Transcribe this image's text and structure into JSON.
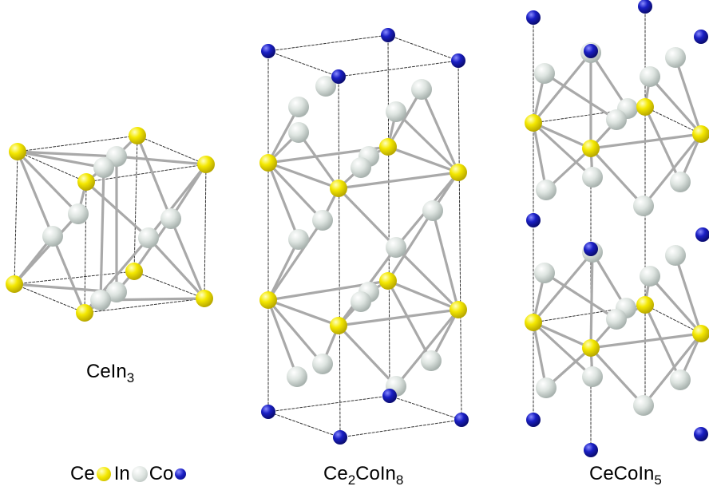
{
  "structures": [
    {
      "id": "cein3",
      "formula_base": "CeIn",
      "formula_sub": "3"
    },
    {
      "id": "ce2coin8",
      "formula_pre": "Ce",
      "formula_sub1": "2",
      "formula_mid": "CoIn",
      "formula_sub2": "8"
    },
    {
      "id": "cecoin5",
      "formula_base": "CeCoIn",
      "formula_sub": "5"
    }
  ],
  "legend": {
    "ce_label": "Ce",
    "in_label": "In",
    "co_label": "Co",
    "ce_color": "#f4e800",
    "in_color": "#d8e0dc",
    "co_color": "#1a1fc4"
  },
  "colors": {
    "bond": "#a9a9a9",
    "cell_line": "#333333"
  }
}
